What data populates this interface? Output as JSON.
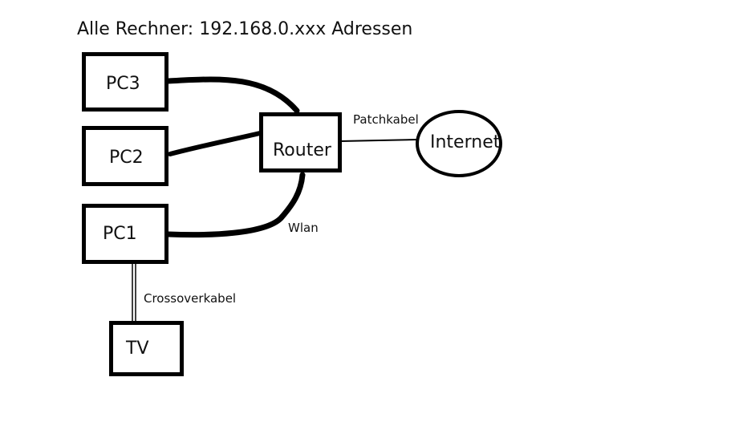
{
  "title": "Alle Rechner: 192.168.0.xxx Adressen",
  "nodes": {
    "pc3": "PC3",
    "pc2": "PC2",
    "pc1": "PC1",
    "tv": "TV",
    "router": "Router",
    "internet": "Internet"
  },
  "edges": {
    "router_internet": "Patchkabel",
    "pc_router": "Wlan",
    "pc1_tv": "Crossoverkabel"
  },
  "colors": {
    "stroke": "#000000",
    "background": "#ffffff"
  }
}
